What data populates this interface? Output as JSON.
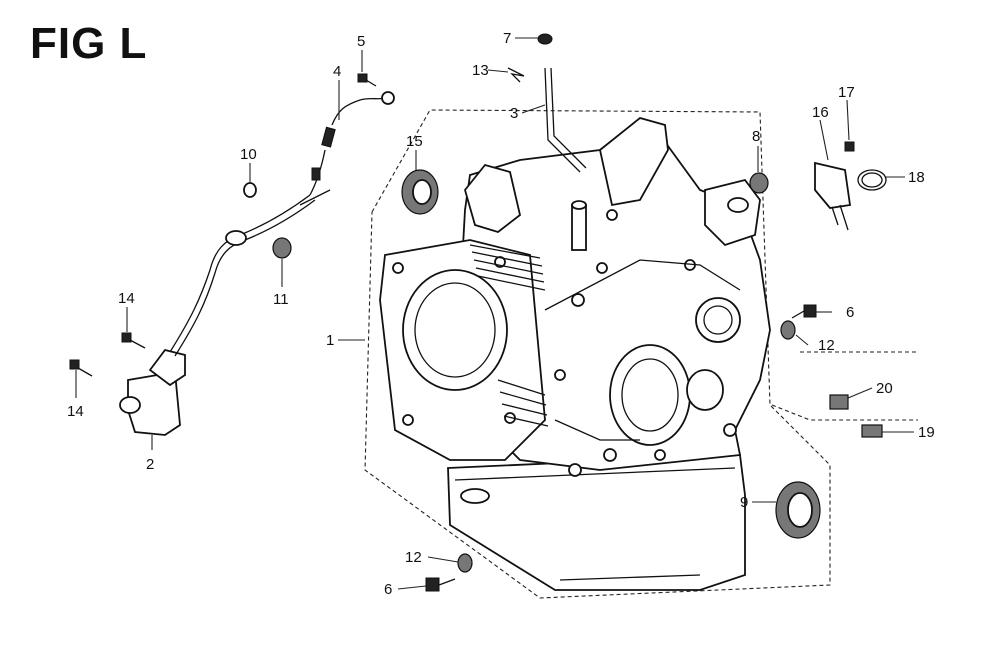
{
  "figure": {
    "title": "FIG L"
  },
  "callouts": [
    {
      "id": "1",
      "label": "1"
    },
    {
      "id": "2",
      "label": "2"
    },
    {
      "id": "3",
      "label": "3"
    },
    {
      "id": "4",
      "label": "4"
    },
    {
      "id": "5",
      "label": "5"
    },
    {
      "id": "6a",
      "label": "6"
    },
    {
      "id": "6b",
      "label": "6"
    },
    {
      "id": "7",
      "label": "7"
    },
    {
      "id": "8",
      "label": "8"
    },
    {
      "id": "9",
      "label": "9"
    },
    {
      "id": "10",
      "label": "10"
    },
    {
      "id": "11",
      "label": "11"
    },
    {
      "id": "12a",
      "label": "12"
    },
    {
      "id": "12b",
      "label": "12"
    },
    {
      "id": "13",
      "label": "13"
    },
    {
      "id": "14a",
      "label": "14"
    },
    {
      "id": "14b",
      "label": "14"
    },
    {
      "id": "15",
      "label": "15"
    },
    {
      "id": "16",
      "label": "16"
    },
    {
      "id": "17",
      "label": "17"
    },
    {
      "id": "18",
      "label": "18"
    },
    {
      "id": "19",
      "label": "19"
    },
    {
      "id": "20",
      "label": "20"
    }
  ]
}
